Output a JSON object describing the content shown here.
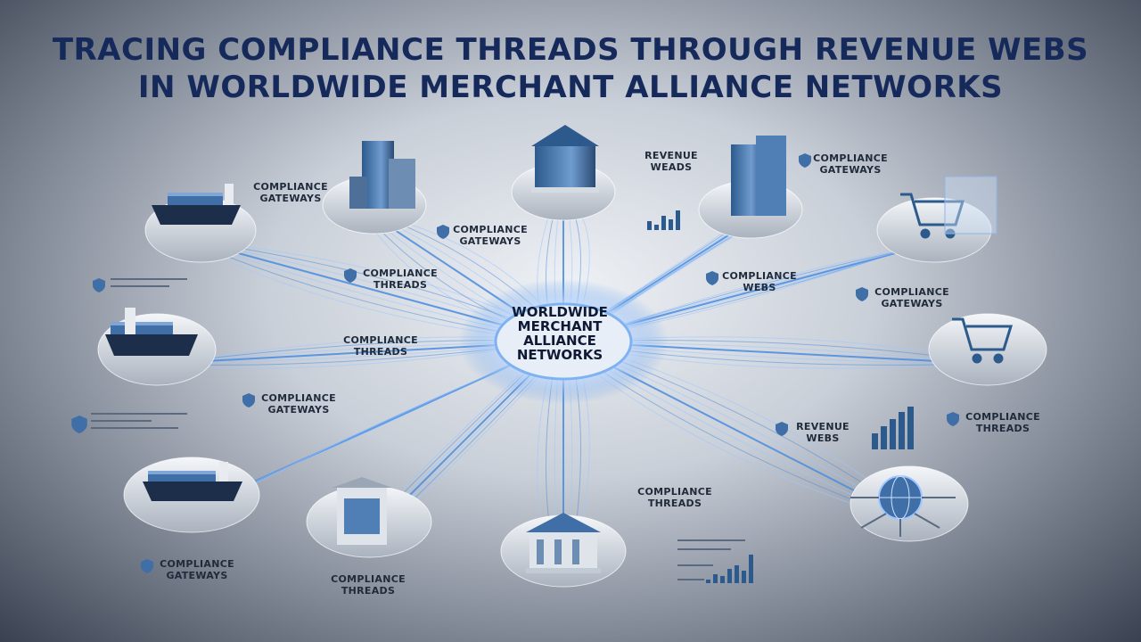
{
  "title": {
    "line1": "TRACING COMPLIANCE THREADS THROUGH REVENUE WEBS",
    "line2": "IN WORLDWIDE MERCHANT ALLIANCE NETWORKS"
  },
  "hub": {
    "line1": "WORLDWIDE",
    "line2": "MERCHANT",
    "line3": "ALLIANCE",
    "line4": "NETWORKS"
  },
  "labels": {
    "l1": [
      "COMPLIANCE",
      "GATEWAYS"
    ],
    "l2": [
      "COMPLIANCE",
      "GATEWAYS"
    ],
    "l3": [
      "REVENUE",
      "WEADS"
    ],
    "l4": [
      "COMPLIANCE",
      "GATEWAYS"
    ],
    "l5": [
      "COMPLIANCE",
      "THREADS"
    ],
    "l6": [
      "COMPLIANCE",
      "WEBS"
    ],
    "l7": [
      "COMPLIANCE",
      "GATEWAYS"
    ],
    "l8": [
      "COMPLIANCE",
      "THREADS"
    ],
    "l9": [
      "COMPLIANCE",
      "GATEWAYS"
    ],
    "l10": [
      "REVENUE",
      "WEBS"
    ],
    "l11": [
      "COMPLIANCE",
      "THREADS"
    ],
    "l12": [
      "COMPLIANCE",
      "THREADS"
    ],
    "l13": [
      "COMPLIANCE",
      "GATEWAYS"
    ],
    "l14": [
      "COMPLIANCE",
      "THREADS"
    ]
  },
  "colors": {
    "title": "#15295a",
    "thread": "#4f8fe0",
    "glow": "#9cc6ff",
    "building": "#3f6fa6"
  },
  "icons": {
    "shield": "shield-icon",
    "ship": "cargo-ship-icon",
    "building": "office-building-icon",
    "cart": "shopping-cart-icon",
    "globe": "globe-circuit-icon",
    "bank": "bank-icon"
  }
}
